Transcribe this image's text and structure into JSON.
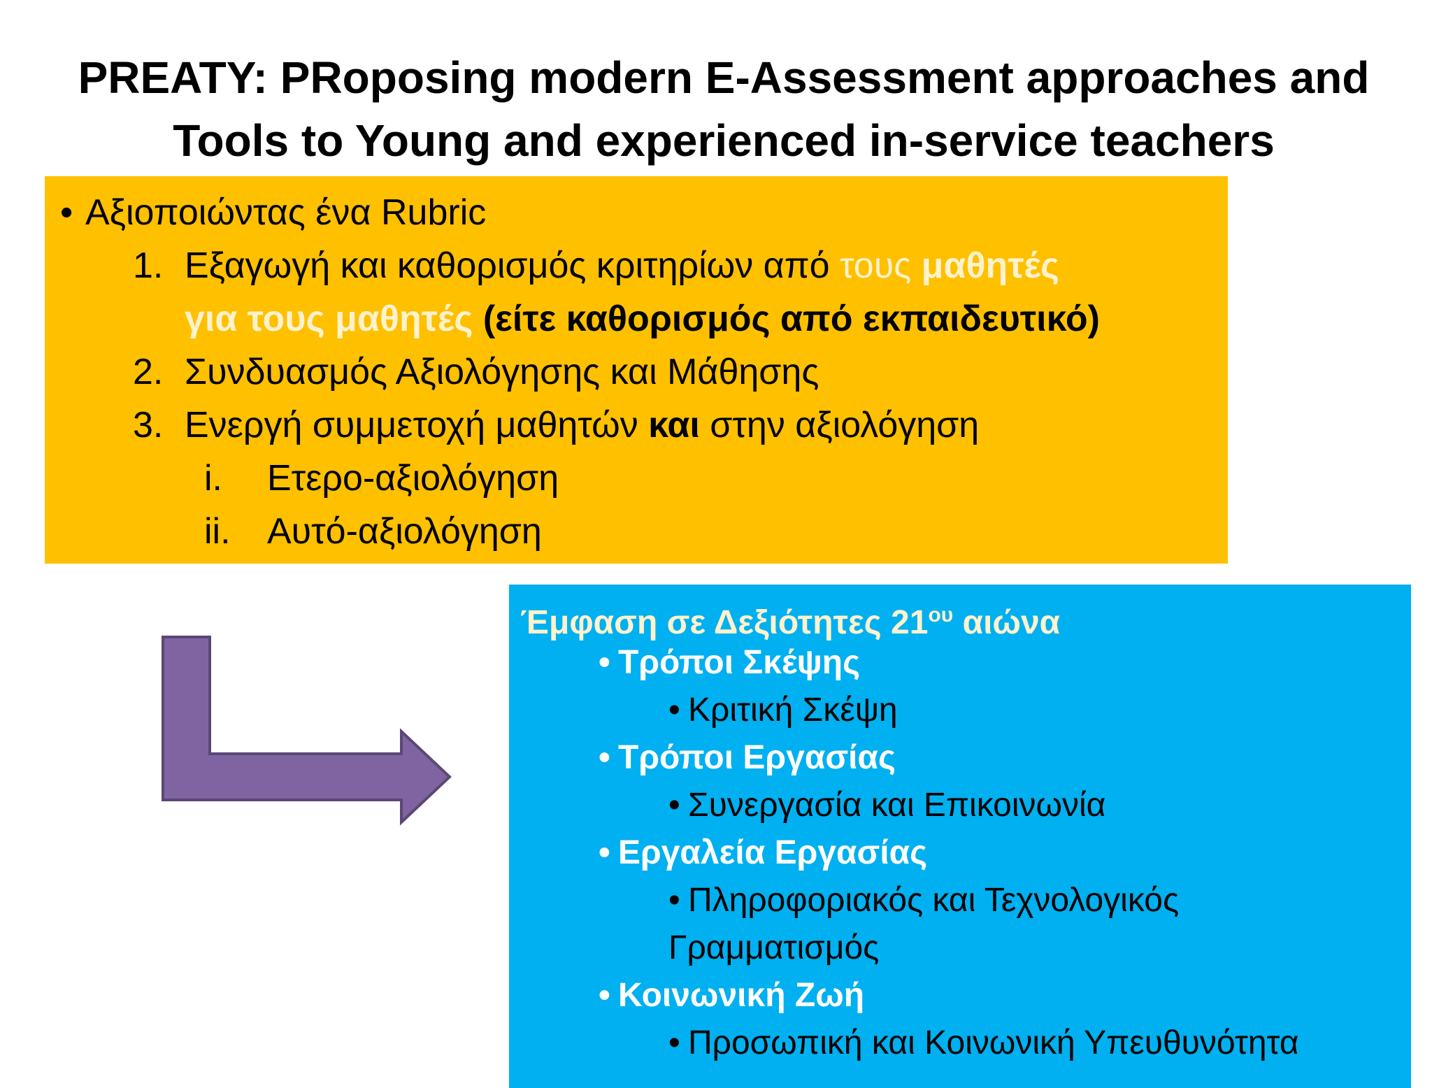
{
  "title": {
    "line1": "PREATY: PRoposing modern E-Assessment approaches and",
    "line2": "Tools to Young and experienced in-service teachers"
  },
  "orange_box": {
    "bullet_mark": "•",
    "bullet": "Αξιοποιώντας ένα Rubric",
    "items": [
      {
        "num": "1.",
        "part1": "Εξαγωγή και καθορισμός κριτηρίων από ",
        "part2_highlight": "τους ",
        "part3_highlight_bold": "μαθητές",
        "line2_highlight_bold": "για τους μαθητές",
        "line2_bold": " (είτε καθορισμός από εκπαιδευτικό)"
      },
      {
        "num": "2.",
        "text": "Συνδυασμός Αξιολόγησης και Μάθησης"
      },
      {
        "num": "3.",
        "part1": "Ενεργή συμμετοχή μαθητών ",
        "part2_bold": "και",
        "part3": " στην αξιολόγηση"
      }
    ],
    "roman": [
      {
        "num": "i.",
        "text": "Ετερο-αξιολόγηση"
      },
      {
        "num": "ii.",
        "text": "Αυτό-αξιολόγηση"
      }
    ]
  },
  "blue_box": {
    "heading_main": "Έμφαση σε Δεξιότητες 21",
    "heading_sup": "ου",
    "heading_end": " αιώνα",
    "bullet_mark": "•",
    "categories": [
      {
        "name": "Τρόποι Σκέψης",
        "subs": [
          "Κριτική Σκέψη"
        ]
      },
      {
        "name": "Τρόποι Εργασίας",
        "subs": [
          "Συνεργασία και Επικοινωνία"
        ]
      },
      {
        "name": "Εργαλεία Εργασίας",
        "subs": [
          "Πληροφοριακός και Τεχνολογικός",
          "Γραμματισμός"
        ]
      },
      {
        "name": "Κοινωνική Ζωή",
        "subs": [
          "Προσωπική και Κοινωνική Υπευθυνότητα"
        ]
      }
    ]
  },
  "colors": {
    "orange": "#FFC000",
    "blue": "#00B0F0",
    "highlight": "#FFF2CC",
    "arrow_fill": "#8064A2",
    "arrow_stroke": "#5C4776"
  }
}
